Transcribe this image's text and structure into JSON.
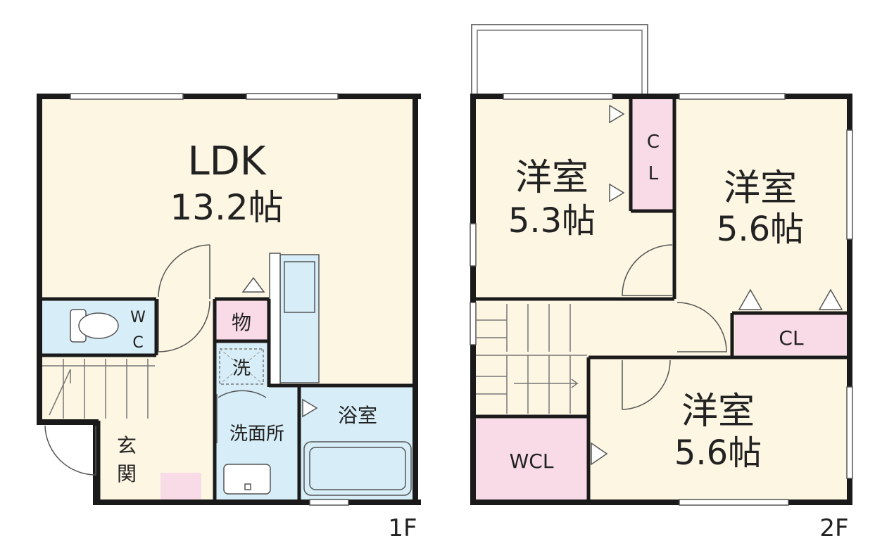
{
  "floor1": {
    "label": "1F",
    "rooms": {
      "ldk_name": "LDK",
      "ldk_size": "13.2帖",
      "wc_top": "W",
      "wc_bottom": "C",
      "storage": "物",
      "laundry": "洗",
      "washroom": "洗面所",
      "bath": "浴室",
      "entrance_top": "玄",
      "entrance_bottom": "関"
    }
  },
  "floor2": {
    "label": "2F",
    "rooms": {
      "room_a_name": "洋室",
      "room_a_size": "5.3帖",
      "closet_a_top": "C",
      "closet_a_bottom": "L",
      "room_b_name": "洋室",
      "room_b_size": "5.6帖",
      "closet_b": "CL",
      "room_c_name": "洋室",
      "room_c_size": "5.6帖",
      "wcl": "WCL"
    }
  },
  "colors": {
    "wall": "#1a1a1a",
    "room_fill": "#fdf6e3",
    "wet_fill": "#d7eef8",
    "closet_fill": "#f8dbe6"
  }
}
